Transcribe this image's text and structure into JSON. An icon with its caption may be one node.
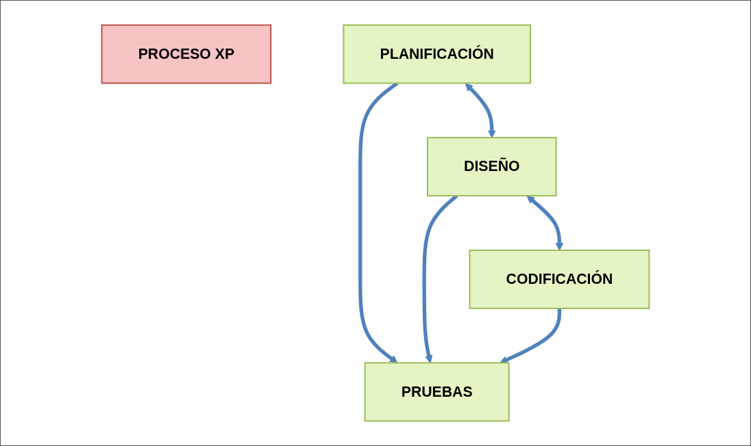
{
  "diagram": {
    "nodes": [
      {
        "text": [
          "PROCESO XP"
        ]
      },
      {
        "text": [
          "PLANIFICACIÓN"
        ]
      },
      {
        "text": [
          "DISEÑO"
        ]
      },
      {
        "text": [
          "CODIFICACIÓN"
        ]
      },
      {
        "text": [
          "PRUEBAS"
        ]
      }
    ],
    "edges": [
      {
        "from": 1,
        "to": 2,
        "arrow": "both"
      },
      {
        "from": 2,
        "to": 3,
        "arrow": "both"
      },
      {
        "from": 1,
        "to": 4,
        "arrow": "to"
      },
      {
        "from": 2,
        "to": 4,
        "arrow": "to"
      },
      {
        "from": 3,
        "to": 4,
        "arrow": "to"
      }
    ]
  }
}
